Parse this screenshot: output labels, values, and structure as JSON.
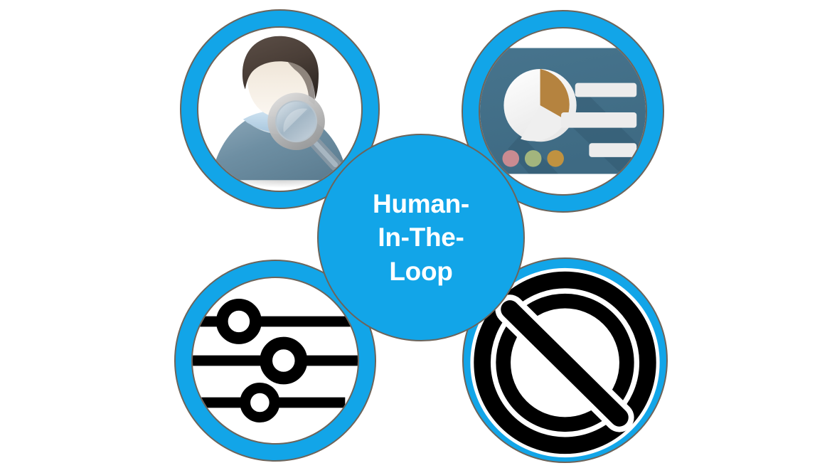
{
  "diagram": {
    "type": "hub-and-spoke",
    "title": "Human-In-The-Loop",
    "background_color": "#ffffff",
    "accent_color": "#12a5e8",
    "outline_color": "#6d645a",
    "hub": {
      "label_lines": [
        "Human-",
        "In-The-",
        "Loop"
      ],
      "label_full": "Human-In-The-Loop",
      "fill_color": "#12a5e8",
      "text_color": "#ffffff"
    },
    "nodes": [
      {
        "id": "user-review",
        "position": "top-left",
        "icon": "user-magnifier-icon",
        "icon_description": "Person silhouette with magnifying glass",
        "colors": {
          "hair": "#4a3f39",
          "skin": "#efe5d8",
          "shirt": "#6e8fa3",
          "collar": "#b9d4e8",
          "magnifier": "#c9c9c9"
        }
      },
      {
        "id": "dashboard-report",
        "position": "top-right",
        "icon": "dashboard-chart-icon",
        "icon_description": "Dashboard panel with pie chart, bars and status dots",
        "colors": {
          "panel": "#42708a",
          "pie_base": "#f2f2f2",
          "pie_slice": "#b5833f",
          "bars": "#ececec",
          "dot_1": "#c98b91",
          "dot_2": "#a3b57d",
          "dot_3": "#c09240"
        }
      },
      {
        "id": "controls-settings",
        "position": "bottom-left",
        "icon": "sliders-settings-icon",
        "icon_description": "Three horizontal slider tracks with ring knobs",
        "colors": {
          "glyph": "#000000"
        }
      },
      {
        "id": "stop-block",
        "position": "bottom-right",
        "icon": "prohibition-no-entry-icon",
        "icon_description": "Circle with diagonal slash (prohibited sign)",
        "colors": {
          "glyph": "#000000"
        }
      }
    ]
  }
}
